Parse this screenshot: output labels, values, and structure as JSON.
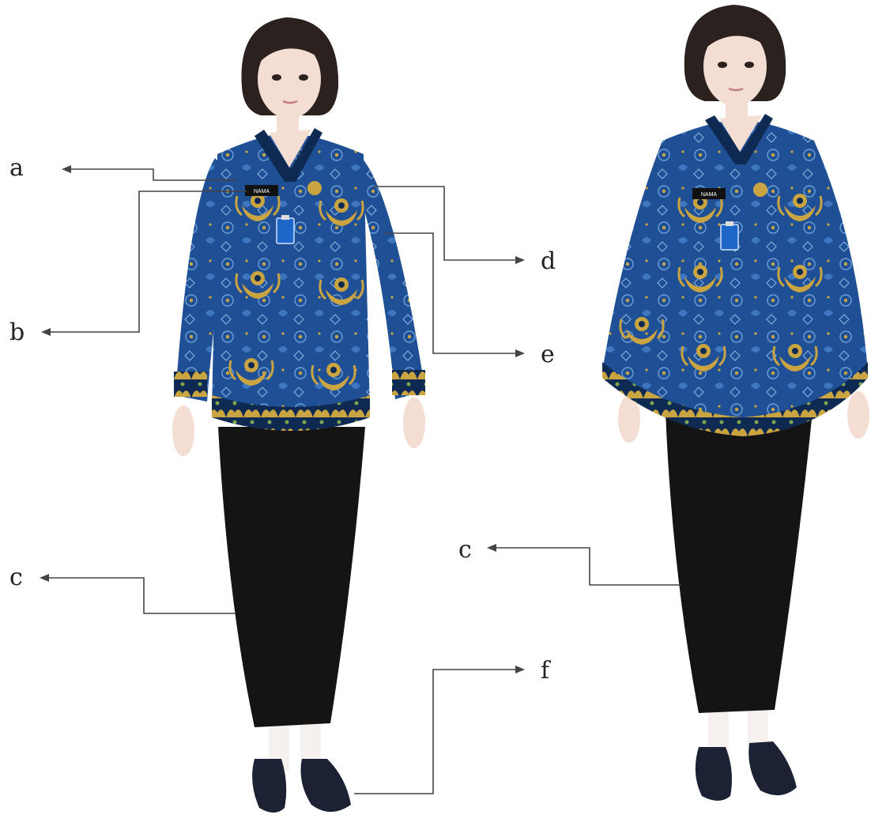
{
  "labels": {
    "a": "a",
    "b": "b",
    "c_left": "c",
    "d": "d",
    "e": "e",
    "f": "f",
    "c_right": "c"
  },
  "badge_text": {
    "left": "NAMA",
    "right": "NAMA"
  },
  "colors": {
    "batik_blue": "#1f4f95",
    "batik_gold": "#c9a441",
    "batik_dark": "#0f2a52",
    "skirt": "#141414",
    "shoes": "#1c2233",
    "hair": "#2b211f",
    "skin": "#f4ddd2",
    "id_card": "#1e66c8",
    "leader_line": "#444444"
  },
  "icons": [
    "arrow-left-icon",
    "arrow-right-icon",
    "crest-icon",
    "id-card-icon",
    "name-badge-icon"
  ]
}
